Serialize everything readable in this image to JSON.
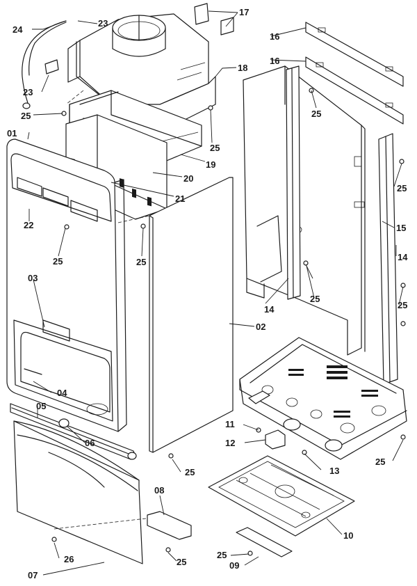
{
  "callouts": {
    "c01": "01",
    "c02": "02",
    "c03": "03",
    "c04": "04",
    "c05": "05",
    "c06": "06",
    "c07": "07",
    "c08": "08",
    "c09": "09",
    "c10": "10",
    "c11": "11",
    "c12": "12",
    "c13": "13",
    "c14a": "14",
    "c14b": "14",
    "c15": "15",
    "c16a": "16",
    "c16b": "16",
    "c17": "17",
    "c18": "18",
    "c19": "19",
    "c20": "20",
    "c21": "21",
    "c22": "22",
    "c23a": "23",
    "c23b": "23",
    "c24": "24",
    "c25a": "25",
    "c25b": "25",
    "c25c": "25",
    "c25d": "25",
    "c25e": "25",
    "c25f": "25",
    "c25g": "25",
    "c25h": "25",
    "c25i": "25",
    "c25j": "25",
    "c25k": "25",
    "c25l": "25",
    "c26": "26"
  }
}
